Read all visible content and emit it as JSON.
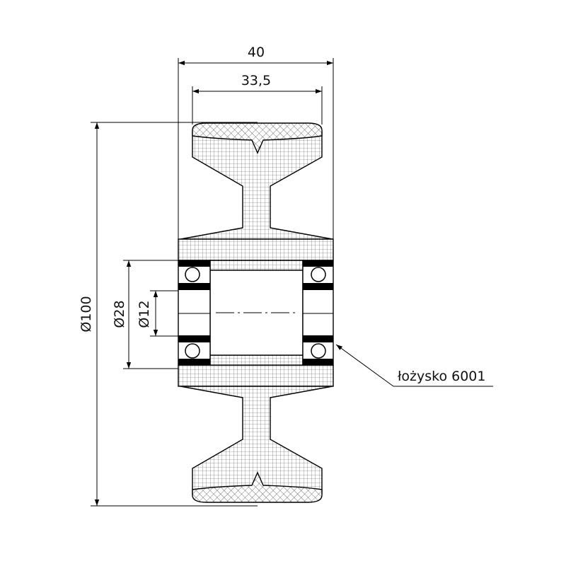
{
  "dimensions": {
    "overall_width": "40",
    "tread_width": "33,5",
    "outer_diameter": "Ø100",
    "bearing_diameter": "Ø28",
    "bore_diameter": "Ø12"
  },
  "callout": {
    "bearing_label": "łożysko 6001"
  },
  "colors": {
    "line": "#000000",
    "hatch": "#555555",
    "background": "#ffffff"
  }
}
